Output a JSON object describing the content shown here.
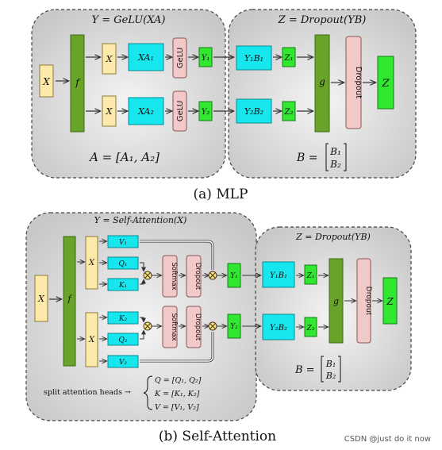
{
  "mlp": {
    "title_left": "Y = GeLU(XA)",
    "title_right": "Z = Dropout(YB)",
    "x": "X",
    "f": "f",
    "x_top": "X",
    "x_bottom": "X",
    "xa1": "XA₁",
    "xa2": "XA₂",
    "gelu": "GeLU",
    "y1": "Y₁",
    "y2": "Y₂",
    "y1b1": "Y₁B₁",
    "y2b2": "Y₂B₂",
    "z1": "Z₁",
    "z2": "Z₂",
    "g": "g",
    "dropout": "Dropout",
    "z": "Z",
    "a_eq": "A = [A₁, A₂]",
    "b_eq_lhs": "B =",
    "b1": "B₁",
    "b2": "B₂",
    "caption": "(a) MLP"
  },
  "attn": {
    "title_left": "Y = Self-Attention(X)",
    "title_right": "Z = Dropout(YB)",
    "x": "X",
    "f": "f",
    "x_top": "X",
    "x_bottom": "X",
    "v1": "V₁",
    "q1": "Q₁",
    "k1": "K₁",
    "k2": "K₂",
    "q2": "Q₂",
    "v2": "V₂",
    "softmax": "Softmax",
    "dropout": "Dropout",
    "y1": "Y₁",
    "y2": "Y₂",
    "y1b1": "Y₁B₁",
    "y2b2": "Y₂B₂",
    "z1": "Z₁",
    "z2": "Z₂",
    "g": "g",
    "dropout_right": "Dropout",
    "z": "Z",
    "b_eq_lhs": "B =",
    "b1": "B₁",
    "b2": "B₂",
    "split_label": "split attention heads →",
    "eq_q": "Q = [Q₁, Q₂]",
    "eq_k": "K = [K₁, K₂]",
    "eq_v": "V = [V₁, V₂]",
    "caption": "(b) Self-Attention"
  },
  "watermark": "CSDN @just do it now",
  "colors": {
    "panel": "#d9d9d9",
    "yellow": "#fde9a9",
    "green_dark": "#6aa32a",
    "cyan": "#16e6ee",
    "pink": "#f2c9c9",
    "green_bright": "#2fe82f",
    "circle": "#ffe066"
  }
}
